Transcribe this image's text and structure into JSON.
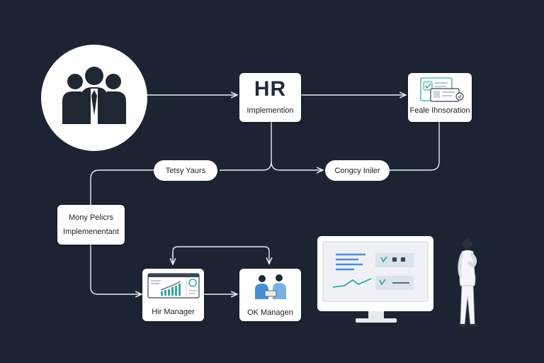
{
  "nodes": {
    "hr": {
      "title": "HR",
      "subtitle": "Implemention"
    },
    "profile": {
      "label": "Feale Ihnsoration"
    },
    "pill_left": {
      "label": "Tetsy Yaurs"
    },
    "pill_right": {
      "label": "Congcy Iniler"
    },
    "mid_left": {
      "line1": "Mony Pelicrs",
      "line2": "Implemenentant"
    },
    "hr_manager": {
      "label": "Hir Manager"
    },
    "ok_manager": {
      "label": "OK Managen"
    }
  },
  "colors": {
    "background": "#1c2333",
    "connector": "#e8ebf0",
    "accent_teal": "#3aa7a0",
    "accent_blue": "#4a8fd6"
  },
  "icons": [
    "people-group-icon",
    "document-cards-icon",
    "dashboard-chart-icon",
    "two-people-meeting-icon",
    "monitor-dashboard-icon",
    "standing-person-figure"
  ]
}
